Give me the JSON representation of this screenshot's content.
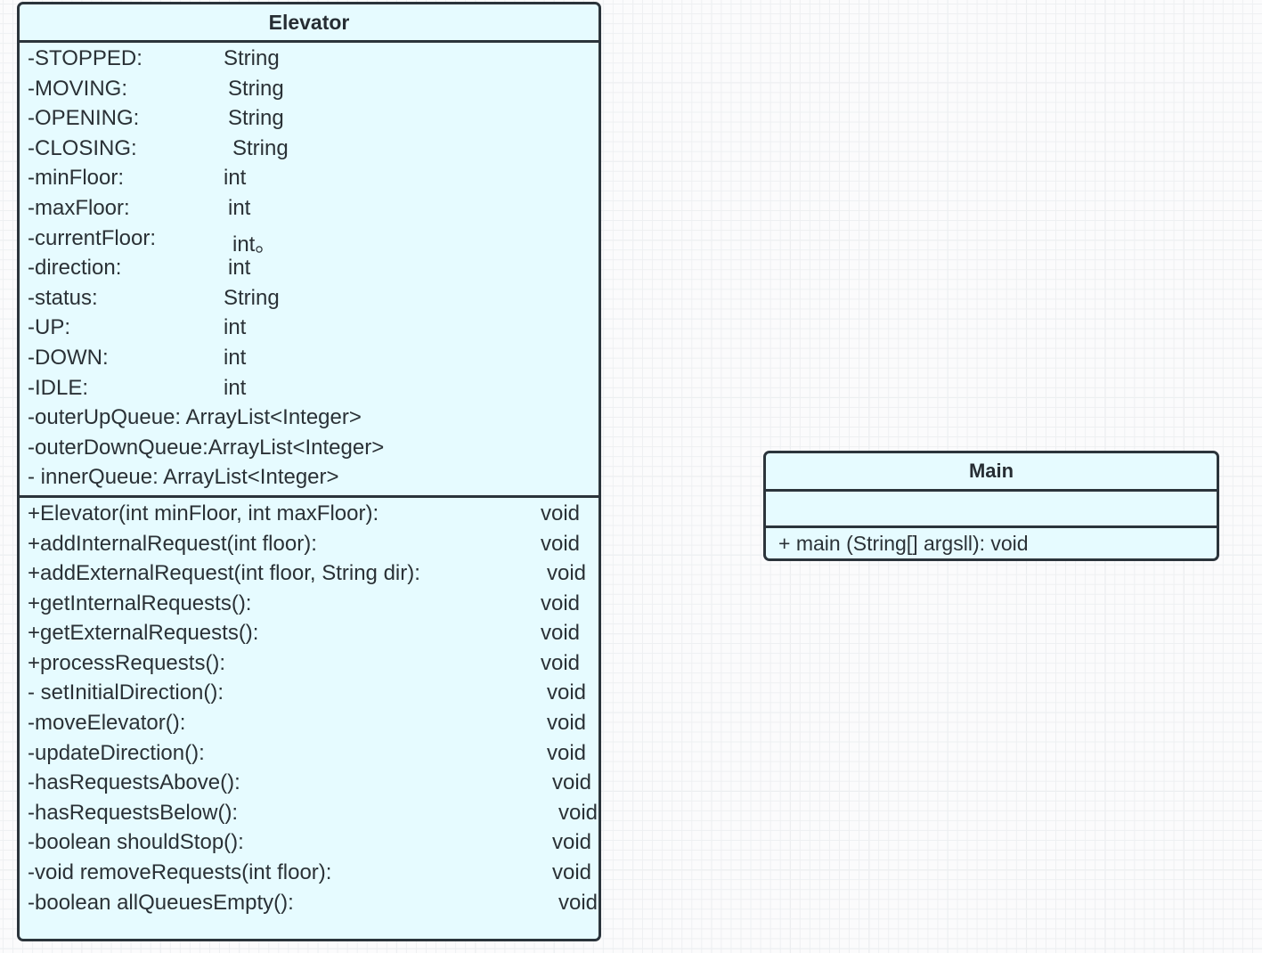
{
  "diagram": {
    "title": "UML Class Diagram",
    "kind": "uml-class-diagram",
    "canvas": {
      "background_color": "#fbfbfc",
      "grid_minor_color": "#eef0f2",
      "grid_major_color": "#e4e7ea",
      "grid": "on"
    },
    "style": {
      "class_fill": "#e6fbff",
      "class_border": "#2b343b",
      "text_color": "#2a3136"
    }
  },
  "classes": [
    {
      "name": "Elevator",
      "attributes": [
        {
          "name": "-STOPPED:",
          "type": "String"
        },
        {
          "name": "-MOVING:",
          "type": "String"
        },
        {
          "name": "-OPENING:",
          "type": "String"
        },
        {
          "name": "-CLOSING:",
          "type": "String"
        },
        {
          "name": "-minFloor:",
          "type": "int"
        },
        {
          "name": "-maxFloor:",
          "type": "int"
        },
        {
          "name": "-currentFloor:",
          "type": "int。"
        },
        {
          "name": "-direction:",
          "type": "int"
        },
        {
          "name": "-status:",
          "type": "String"
        },
        {
          "name": "-UP:",
          "type": "int"
        },
        {
          "name": "-DOWN:",
          "type": "int"
        },
        {
          "name": "-IDLE:",
          "type": "int"
        },
        {
          "name": "-outerUpQueue:  ArrayList<Integer>",
          "type": ""
        },
        {
          "name": "-outerDownQueue:ArrayList<Integer>",
          "type": ""
        },
        {
          "name": "- innerQueue: ArrayList<Integer>",
          "type": ""
        }
      ],
      "methods": [
        {
          "name": "+Elevator(int minFloor, int maxFloor):",
          "type": "void"
        },
        {
          "name": "+addInternalRequest(int floor):",
          "type": "void"
        },
        {
          "name": "+addExternalRequest(int floor, String dir):",
          "type": "void"
        },
        {
          "name": "+getInternalRequests():",
          "type": "void"
        },
        {
          "name": "+getExternalRequests():",
          "type": "void"
        },
        {
          "name": "+processRequests():",
          "type": "void"
        },
        {
          "name": "- setInitialDirection():",
          "type": "void"
        },
        {
          "name": "-moveElevator():",
          "type": "void"
        },
        {
          "name": "-updateDirection():",
          "type": "void"
        },
        {
          "name": "-hasRequestsAbove():",
          "type": "void"
        },
        {
          "name": "-hasRequestsBelow():",
          "type": "void"
        },
        {
          "name": "-boolean shouldStop():",
          "type": "void"
        },
        {
          "name": "-void removeRequests(int floor):",
          "type": "void"
        },
        {
          "name": "-boolean allQueuesEmpty():",
          "type": "void"
        }
      ]
    },
    {
      "name": "Main",
      "attributes": [],
      "methods": [
        {
          "name": "+ main (String[] argsll): void",
          "type": ""
        }
      ]
    }
  ]
}
